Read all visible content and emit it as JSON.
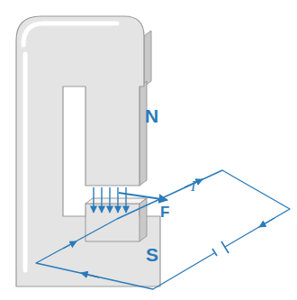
{
  "diagram": {
    "labels": [
      "N",
      "F",
      "I",
      "S"
    ]
  }
}
